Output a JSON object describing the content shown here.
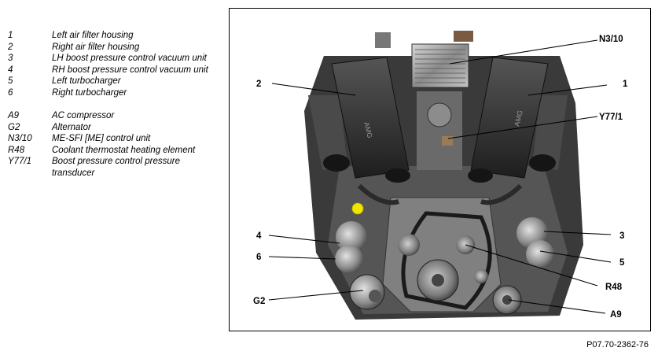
{
  "legend": {
    "group1": [
      {
        "code": "1",
        "desc": "Left air filter housing"
      },
      {
        "code": "2",
        "desc": "Right air filter housing"
      },
      {
        "code": "3",
        "desc": "LH boost pressure control vacuum unit"
      },
      {
        "code": "4",
        "desc": "RH boost pressure control vacuum unit"
      },
      {
        "code": "5",
        "desc": "Left turbocharger"
      },
      {
        "code": "6",
        "desc": "Right turbocharger"
      }
    ],
    "group2": [
      {
        "code": "A9",
        "desc": "AC compressor"
      },
      {
        "code": "G2",
        "desc": "Alternator"
      },
      {
        "code": "N3/10",
        "desc": "ME-SFI [ME] control unit"
      },
      {
        "code": "R48",
        "desc": "Coolant thermostat heating element"
      },
      {
        "code": "Y77/1",
        "desc": "Boost pressure control pressure transducer"
      }
    ]
  },
  "callouts": {
    "n3_10": "N3/10",
    "c2": "2",
    "c1": "1",
    "y77_1": "Y77/1",
    "c4": "4",
    "c3": "3",
    "c6": "6",
    "c5": "5",
    "r48": "R48",
    "g2": "G2",
    "a9": "A9"
  },
  "figure_code": "P07.70-2362-76",
  "colors": {
    "highlight": "#f2e500",
    "engine_dark": "#2b2b2b",
    "engine_mid": "#6e6e6e",
    "engine_light": "#b9b9b9"
  }
}
